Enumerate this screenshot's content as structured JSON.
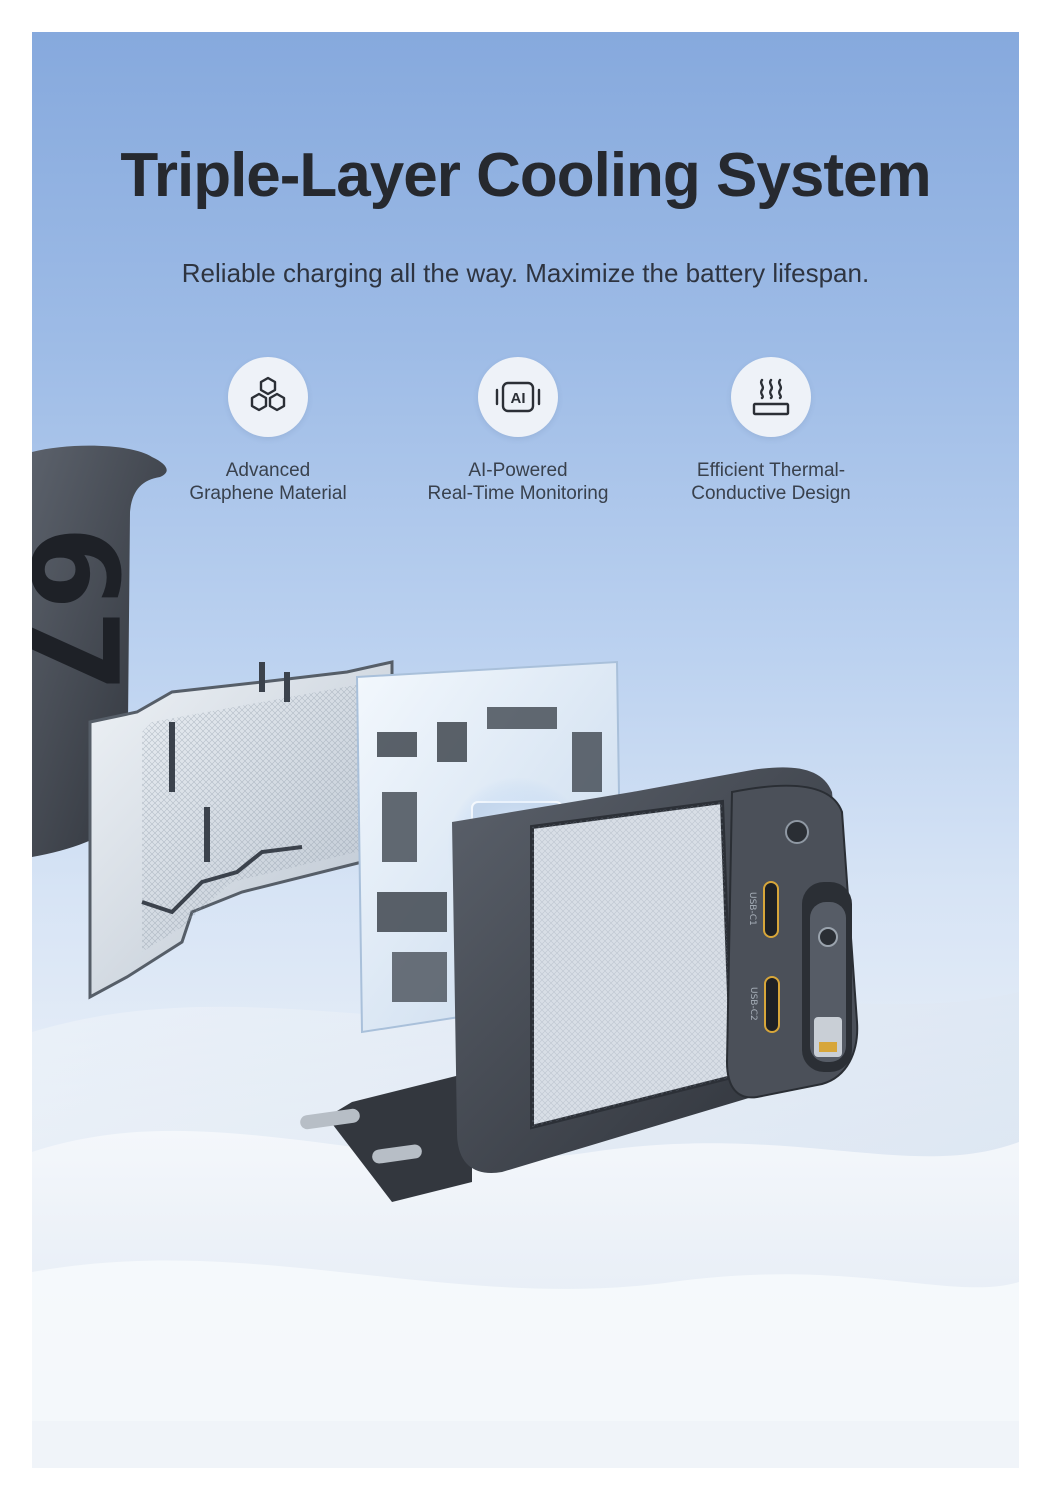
{
  "header": {
    "title": "Triple-Layer Cooling System",
    "subtitle": "Reliable charging all the way. Maximize the battery lifespan."
  },
  "features": [
    {
      "icon": "graphene-hexagons-icon",
      "line1": "Advanced",
      "line2": "Graphene Material"
    },
    {
      "icon": "ai-chip-icon",
      "icon_text": "AI",
      "line1": "AI-Powered",
      "line2": "Real-Time Monitoring"
    },
    {
      "icon": "heat-dissipation-icon",
      "line1": "Efficient Thermal-",
      "line2": "Conductive Design"
    }
  ],
  "product": {
    "brand_logo": "g",
    "port_1": "USB-C1",
    "port_2": "USB-C2"
  },
  "colors": {
    "sky_top": "#86a9dd",
    "sky_bottom": "#f4f7fb",
    "title_text": "#26292f",
    "charger_body": "#3a3f47",
    "usb_c_accent": "#d7a63a"
  }
}
